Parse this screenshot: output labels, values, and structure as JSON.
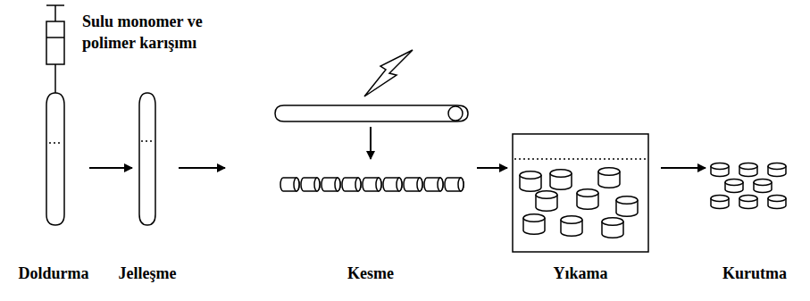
{
  "diagram": {
    "labels": [
      "Sulu monomer ve polimer karışımı",
      "Doldurma",
      "Jelleşme",
      "Kesme",
      "Yıkama",
      "Kurutma"
    ]
  }
}
